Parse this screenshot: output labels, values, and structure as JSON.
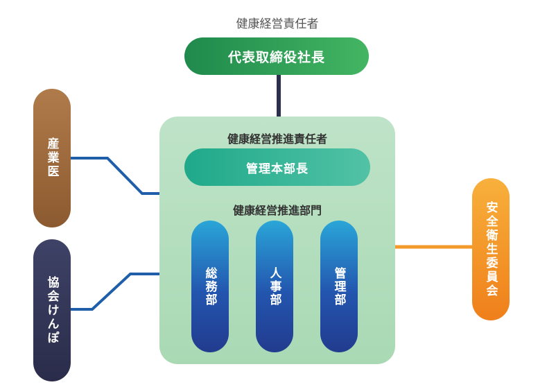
{
  "diagram": {
    "top_caption": "健康経営責任者",
    "ceo_label": "代表取締役社長",
    "promotion_lead_title": "健康経営推進責任者",
    "hq_label": "管理本部長",
    "promotion_dept_title": "健康経営推進部門",
    "departments": [
      "総務部",
      "人事部",
      "管理部"
    ],
    "left_nodes": {
      "occupational_physician": "産業医",
      "kyokai_kenpo": "協会けんぽ"
    },
    "right_node": "安全衛生委員会"
  },
  "colors": {
    "ceo_green": "#2e9e55",
    "box_green": "#b3ddbd",
    "hq_teal": "#33b597",
    "dept_blue": "#2355ae",
    "physician_brown": "#9c6a3c",
    "kyokai_navy": "#33365a",
    "safety_orange": "#f39a2a",
    "connector_blue": "#1f5ea8",
    "connector_navy": "#2c2f4f"
  }
}
